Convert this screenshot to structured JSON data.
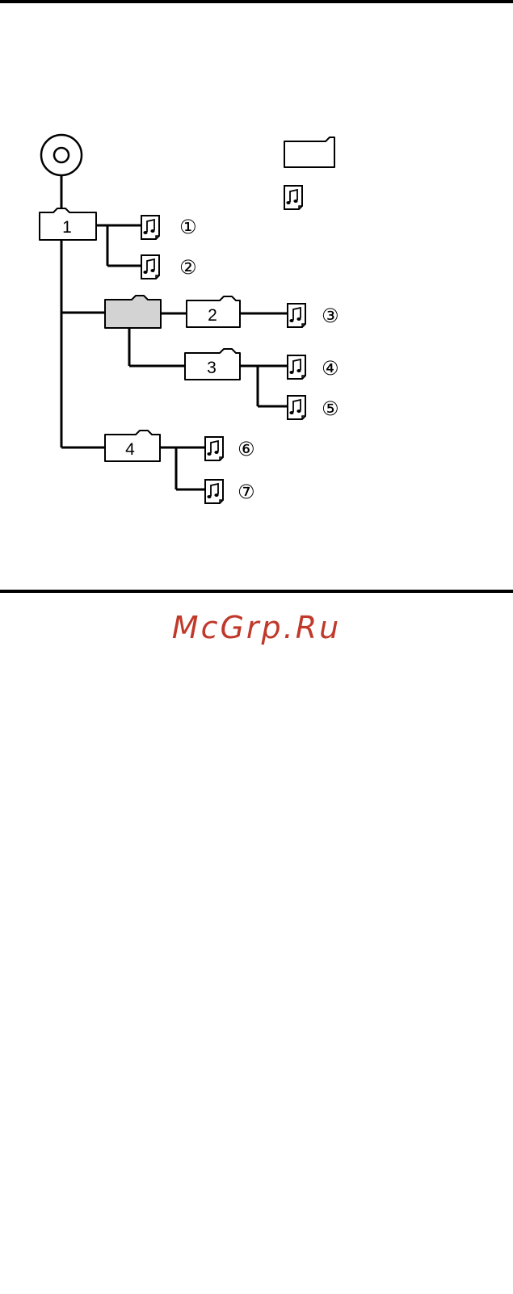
{
  "diagram": {
    "folders": [
      {
        "id": "f1",
        "label": "1",
        "highlighted": false
      },
      {
        "id": "f2",
        "label": "2",
        "highlighted": false
      },
      {
        "id": "f3",
        "label": "3",
        "highlighted": false
      },
      {
        "id": "f4",
        "label": "4",
        "highlighted": false
      },
      {
        "id": "empty",
        "label": "",
        "highlighted": true
      }
    ],
    "tracks": [
      "①",
      "②",
      "③",
      "④",
      "⑤",
      "⑥",
      "⑦"
    ],
    "legend": {
      "folder": "folder-icon",
      "file": "music-file-icon"
    },
    "colors": {
      "line": "#000000",
      "highlight": "#d3d3d3",
      "watermark": "#c0392b"
    }
  },
  "watermark": "McGrp.Ru"
}
